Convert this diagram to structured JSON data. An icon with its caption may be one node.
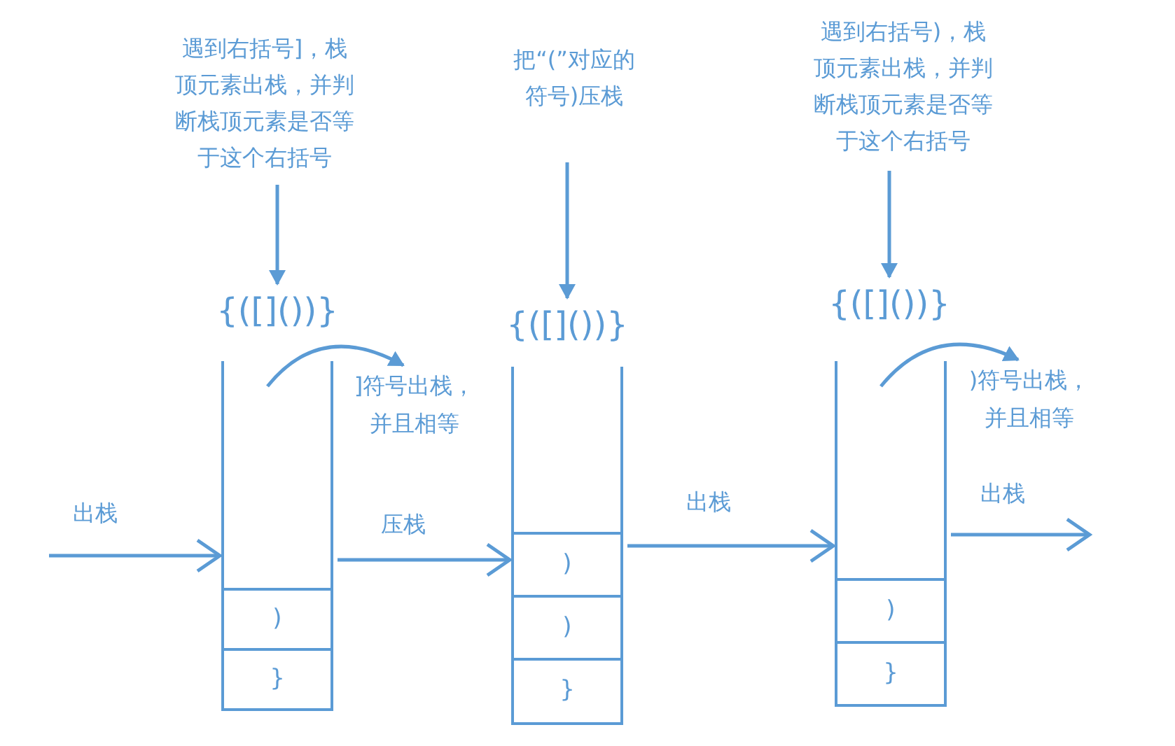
{
  "diagram": {
    "nodes": [
      {
        "text": [
          "遇到右括号]，栈顶元素出栈，并判断栈顶元素是否等于这个右括号"
        ]
      },
      {
        "text": [
          "{([]())}"
        ]
      },
      {
        "text": [],
        "shape": "box"
      },
      {
        "text": [
          ")"
        ],
        "in": 2
      },
      {
        "text": [
          "}"
        ],
        "in": 2
      },
      {
        "text": [
          "]符号出栈，并且相等"
        ]
      },
      {
        "text": [
          "把“(”对应的符号)压栈"
        ]
      },
      {
        "text": [
          "{([]())}"
        ]
      },
      {
        "text": [],
        "shape": "box"
      },
      {
        "text": [
          ")"
        ],
        "in": 8
      },
      {
        "text": [
          ")"
        ],
        "in": 8
      },
      {
        "text": [
          "}"
        ],
        "in": 8
      },
      {
        "text": [
          "遇到右括号)，栈顶元素出栈，并判断栈顶元素是否等于这个右括号"
        ]
      },
      {
        "text": [
          "{([]())}"
        ]
      },
      {
        "text": [],
        "shape": "box"
      },
      {
        "text": [
          ")"
        ],
        "in": 14
      },
      {
        "text": [
          "}"
        ],
        "in": 14
      },
      {
        "text": [
          ")符号出栈，并且相等"
        ]
      }
    ],
    "edges": [
      {
        "from": 0,
        "to": 1,
        "arrow": "to"
      },
      {
        "from": 6,
        "to": 7,
        "arrow": "to"
      },
      {
        "from": 12,
        "to": 13,
        "arrow": "to"
      },
      {
        "from": 2,
        "to": 5,
        "arrow": "to"
      },
      {
        "from": 14,
        "to": 17,
        "arrow": "to"
      },
      {
        "from": null,
        "to": 2,
        "arrow": "to",
        "label": "出栈"
      },
      {
        "from": 2,
        "to": 8,
        "arrow": "to",
        "label": "压栈"
      },
      {
        "from": 8,
        "to": 14,
        "arrow": "to",
        "label": "出栈"
      },
      {
        "from": 14,
        "to": null,
        "arrow": "to",
        "label": "出栈"
      }
    ]
  }
}
